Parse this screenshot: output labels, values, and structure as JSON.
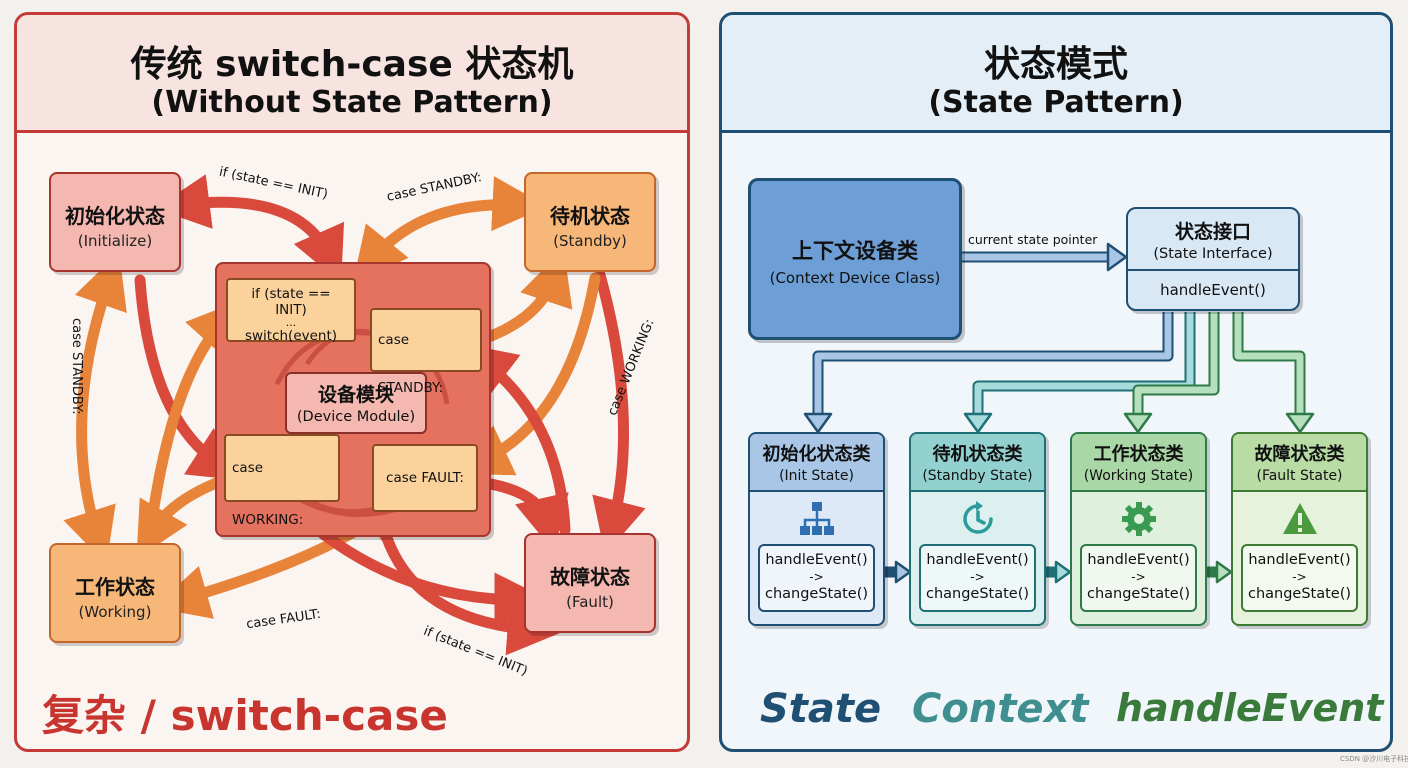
{
  "left": {
    "title_line1": "传统 switch-case 状态机",
    "title_line2": "(Without State Pattern)",
    "states": {
      "init": {
        "zh": "初始化状态",
        "en": "(Initialize)"
      },
      "standby": {
        "zh": "待机状态",
        "en": "(Standby)"
      },
      "working": {
        "zh": "工作状态",
        "en": "(Working)"
      },
      "fault": {
        "zh": "故障状态",
        "en": "(Fault)"
      }
    },
    "module": {
      "zh": "设备模块",
      "en": "(Device Module)"
    },
    "cases": {
      "init_line1": "if (state == INIT)",
      "init_line2": "...",
      "init_line3": "switch(event)",
      "standby": "case STANDBY:",
      "working": "case WORKING:",
      "fault": "case FAULT:"
    },
    "labels": {
      "top_left": "if (state == INIT)",
      "top_right": "case STANDBY:",
      "side_left": "case STANDBY:",
      "side_right": "case WORKING:",
      "bottom_mid": "case FAULT:",
      "bottom_right": "if (state == INIT)"
    },
    "tagline": "复杂 / switch-case",
    "colors": {
      "accent": "#c43a36",
      "arrow_red": "#d94a3c",
      "arrow_orange": "#e8843a"
    }
  },
  "right": {
    "title_line1": "状态模式",
    "title_line2": "(State Pattern)",
    "context": {
      "zh": "上下文设备类",
      "en": "(Context Device Class)"
    },
    "pointer_label": "current state pointer",
    "interface": {
      "zh": "状态接口",
      "en": "(State Interface)",
      "method": "handleEvent()"
    },
    "states": [
      {
        "zh": "初始化状态类",
        "en": "(Init State)",
        "method1": "handleEvent()",
        "arrow": "->",
        "method2": "changeState()",
        "icon": "hierarchy-icon"
      },
      {
        "zh": "待机状态类",
        "en": "(Standby State)",
        "method1": "handleEvent()",
        "arrow": "->",
        "method2": "changeState()",
        "icon": "clock-icon"
      },
      {
        "zh": "工作状态类",
        "en": "(Working State)",
        "method1": "handleEvent()",
        "arrow": "->",
        "method2": "changeState()",
        "icon": "gear-icon"
      },
      {
        "zh": "故障状态类",
        "en": "(Fault State)",
        "method1": "handleEvent()",
        "arrow": "->",
        "method2": "changeState()",
        "icon": "warning-icon"
      }
    ],
    "tags": {
      "state": "State",
      "context": "Context",
      "handle": "handleEvent"
    },
    "colors": {
      "accent": "#1f4f73",
      "blue": "#5b8fc7",
      "teal": "#6bbdc1",
      "green": "#7fc08a"
    }
  },
  "watermark": "CSDN @汐川电子科技"
}
